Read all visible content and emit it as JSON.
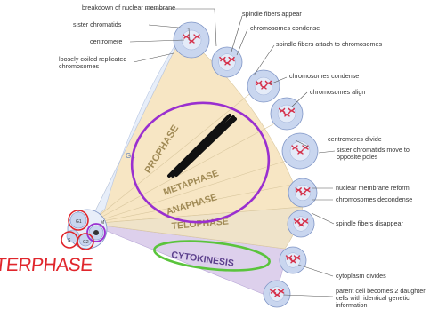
{
  "phases": {
    "prophase": "PROPHASE",
    "metaphase": "METAPHASE",
    "anaphase": "ANAPHASE",
    "telophase": "TELOPHASE",
    "cytokinesis": "CYTOKINESIS"
  },
  "interphase": {
    "handwritten": "INTERPHASE",
    "g1": "G1",
    "g2": "G2",
    "s": "S",
    "m": "M",
    "g1_arc": "G1"
  },
  "labels_left": {
    "nuclear_membrane": "breakdown of nuclear membrane",
    "sister_chromatids": "sister chromatids",
    "centromere": "centromere",
    "loosely_coiled": "loosely coiled replicated chromosomes"
  },
  "labels_right": {
    "spindle_appear": "spindle fibers appear",
    "chrom_condense_1": "chromosomes condense",
    "spindle_attach": "spindle fibers attach to chromosomes",
    "chrom_condense_2": "chromosomes condense",
    "chrom_align": "chromosomes align",
    "centromeres_divide": "centromeres divide",
    "sister_move": "sister chromatids move to opposite poles",
    "nuclear_reform": "nuclear membrane reform",
    "chrom_decondense": "chromosomes decondense",
    "spindle_disappear": "spindle fibers disappear",
    "cytoplasm_divides": "cytoplasm divides",
    "parent_cell": "parent cell becomes 2 daughter cells with identical genetic information"
  },
  "colors": {
    "wedge": "#f7e6c4",
    "cyto_wedge": "#ddd0ec",
    "cell_fill": "#c9d6ef",
    "cell_stroke": "#7f95c6",
    "chromosome": "#d5304a",
    "phase_text": "#a08a55",
    "purple_mark": "#9a2fd0",
    "green_mark": "#5ac43c",
    "red_mark": "#e0262c",
    "cyto_text": "#5b3f8c"
  }
}
